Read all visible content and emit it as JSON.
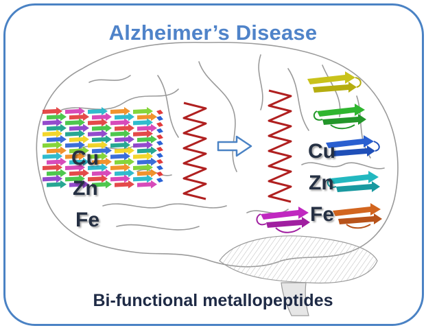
{
  "title": "Alzheimer’s Disease",
  "subtitle": "Bi-functional metallopeptides",
  "left_metals": [
    "Cu",
    "Zn",
    "Fe"
  ],
  "right_metals": [
    "Cu",
    "Zn",
    "Fe"
  ],
  "colors": {
    "frame": "#4a82c4",
    "title": "#4f83c9",
    "subtitle": "#1e2a45",
    "helix": "#b02020",
    "arrow": "#4a82c4",
    "brain_line": "#9a9a9a"
  },
  "icons": [
    "brain-outline",
    "amyloid-fibril",
    "alpha-helix",
    "right-arrow",
    "beta-hairpin"
  ]
}
